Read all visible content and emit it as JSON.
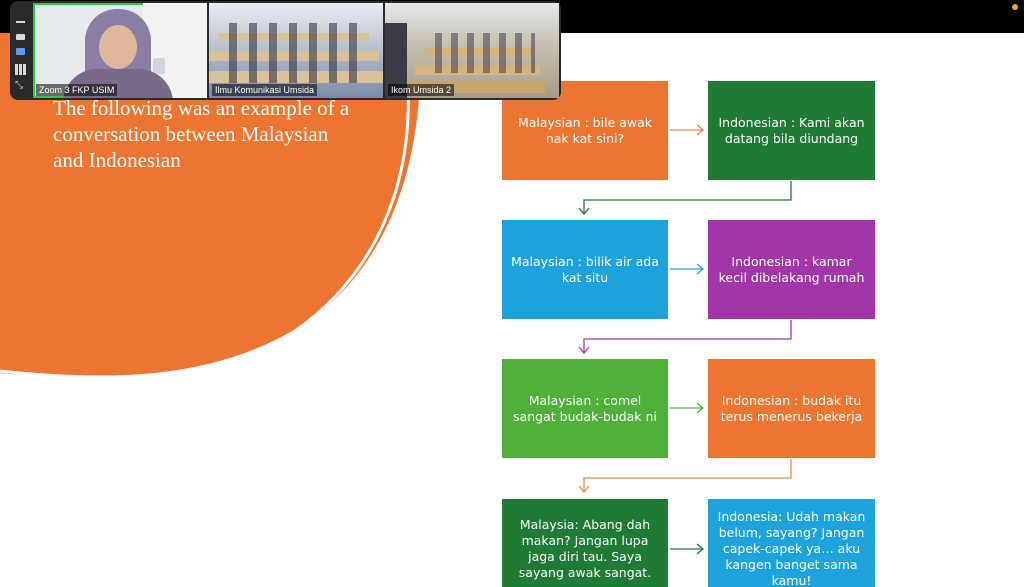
{
  "slide": {
    "intro_text": "The following was an example of a conversation between Malaysian and Indonesian",
    "colors": {
      "orange": "#ec7532",
      "green_dark": "#1e7a35",
      "blue": "#1ca3dc",
      "purple": "#a236a8",
      "green_light": "#4fb13a"
    },
    "boxes": {
      "r1_left": "Malaysian : bile awak nak kat sini?",
      "r1_right": "Indonesian : Kami akan datang bila diundang",
      "r2_left": "Malaysian : bilik air ada kat situ",
      "r2_right": "Indonesian : kamar kecil dibelakang rumah",
      "r3_left": "Malaysian : comel sangat budak-budak ni",
      "r3_right": "Indonesian : budak itu terus menerus bekerja",
      "r4_left": "Malaysia: Abang dah makan? Jangan lupa jaga diri tau. Saya sayang awak sangat.",
      "r4_right": "Indonesia: Udah makan belum, sayang? Jangan capek-capek ya… aku kangen banget sama kamu!"
    }
  },
  "zoom": {
    "tiles": [
      {
        "label": "Zoom 3 FKP USIM"
      },
      {
        "label": "Ilmu Komunikasi Umsida"
      },
      {
        "label": "Ikom Umsida 2"
      }
    ]
  }
}
